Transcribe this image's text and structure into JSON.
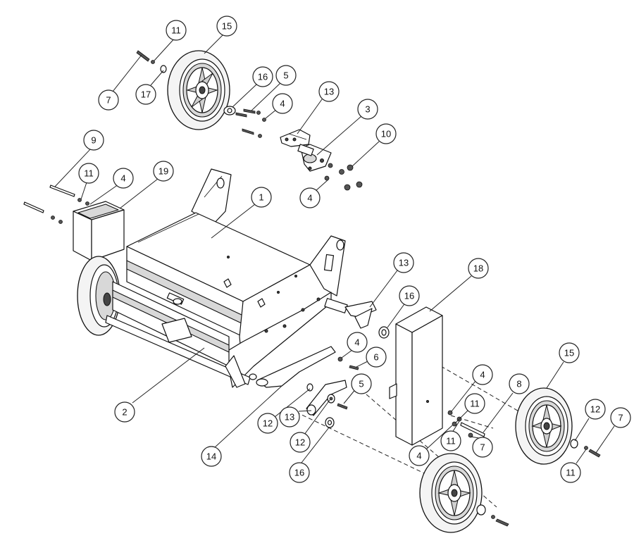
{
  "callouts": [
    {
      "label": "11"
    },
    {
      "label": "15"
    },
    {
      "label": "7"
    },
    {
      "label": "17"
    },
    {
      "label": "16"
    },
    {
      "label": "5"
    },
    {
      "label": "4"
    },
    {
      "label": "13"
    },
    {
      "label": "3"
    },
    {
      "label": "10"
    },
    {
      "label": "4"
    },
    {
      "label": "9"
    },
    {
      "label": "11"
    },
    {
      "label": "4"
    },
    {
      "label": "19"
    },
    {
      "label": "1"
    },
    {
      "label": "13"
    },
    {
      "label": "18"
    },
    {
      "label": "16"
    },
    {
      "label": "4"
    },
    {
      "label": "6"
    },
    {
      "label": "5"
    },
    {
      "label": "4"
    },
    {
      "label": "8"
    },
    {
      "label": "11"
    },
    {
      "label": "15"
    },
    {
      "label": "12"
    },
    {
      "label": "7"
    },
    {
      "label": "2"
    },
    {
      "label": "12"
    },
    {
      "label": "13"
    },
    {
      "label": "12"
    },
    {
      "label": "14"
    },
    {
      "label": "16"
    },
    {
      "label": "4"
    },
    {
      "label": "11"
    },
    {
      "label": "7"
    },
    {
      "label": "11"
    }
  ]
}
